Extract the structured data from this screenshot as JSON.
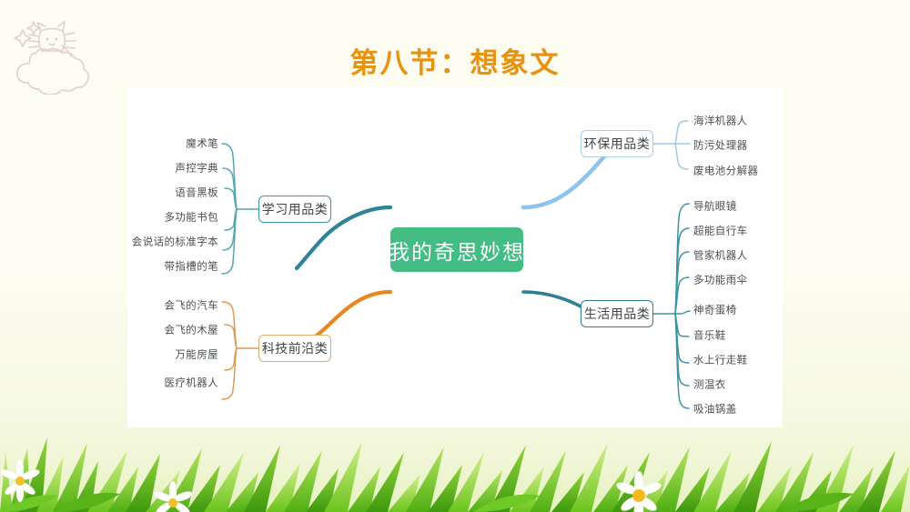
{
  "slide": {
    "title": "第八节：想象文",
    "title_color": "#e8920f",
    "background_color": "#fdfdf2",
    "canvas_color": "#ffffff"
  },
  "decorations": [
    {
      "name": "cat-on-cloud-icon",
      "color": "#e2cfc8"
    },
    {
      "name": "grass-border-image",
      "color": "#8ed13f"
    }
  ],
  "mindmap": {
    "root": {
      "label": "我的奇思妙想",
      "fill": "#44bd85",
      "text_color": "#ffffff"
    },
    "branches": [
      {
        "id": "study",
        "label": "学习用品类",
        "color": "#3f9aa6",
        "side": "left",
        "children": [
          "魔术笔",
          "声控字典",
          "语音黑板",
          "多功能书包",
          "会说话的标准字本",
          "带指槽的笔"
        ]
      },
      {
        "id": "tech",
        "label": "科技前沿类",
        "color": "#e8861f",
        "side": "left",
        "children": [
          "会飞的汽车",
          "会飞的木屋",
          "万能房屋",
          "医疗机器人"
        ]
      },
      {
        "id": "eco",
        "label": "环保用品类",
        "color": "#8ec4eb",
        "side": "right",
        "children": [
          "海洋机器人",
          "防污处理器",
          "废电池分解器"
        ]
      },
      {
        "id": "life",
        "label": "生活用品类",
        "color": "#2e7f95",
        "side": "right",
        "children": [
          "导航眼镜",
          "超能自行车",
          "管家机器人",
          "多功能雨伞",
          "神奇蛋椅",
          "音乐鞋",
          "水上行走鞋",
          "测温衣",
          "吸油锅盖"
        ]
      }
    ]
  }
}
